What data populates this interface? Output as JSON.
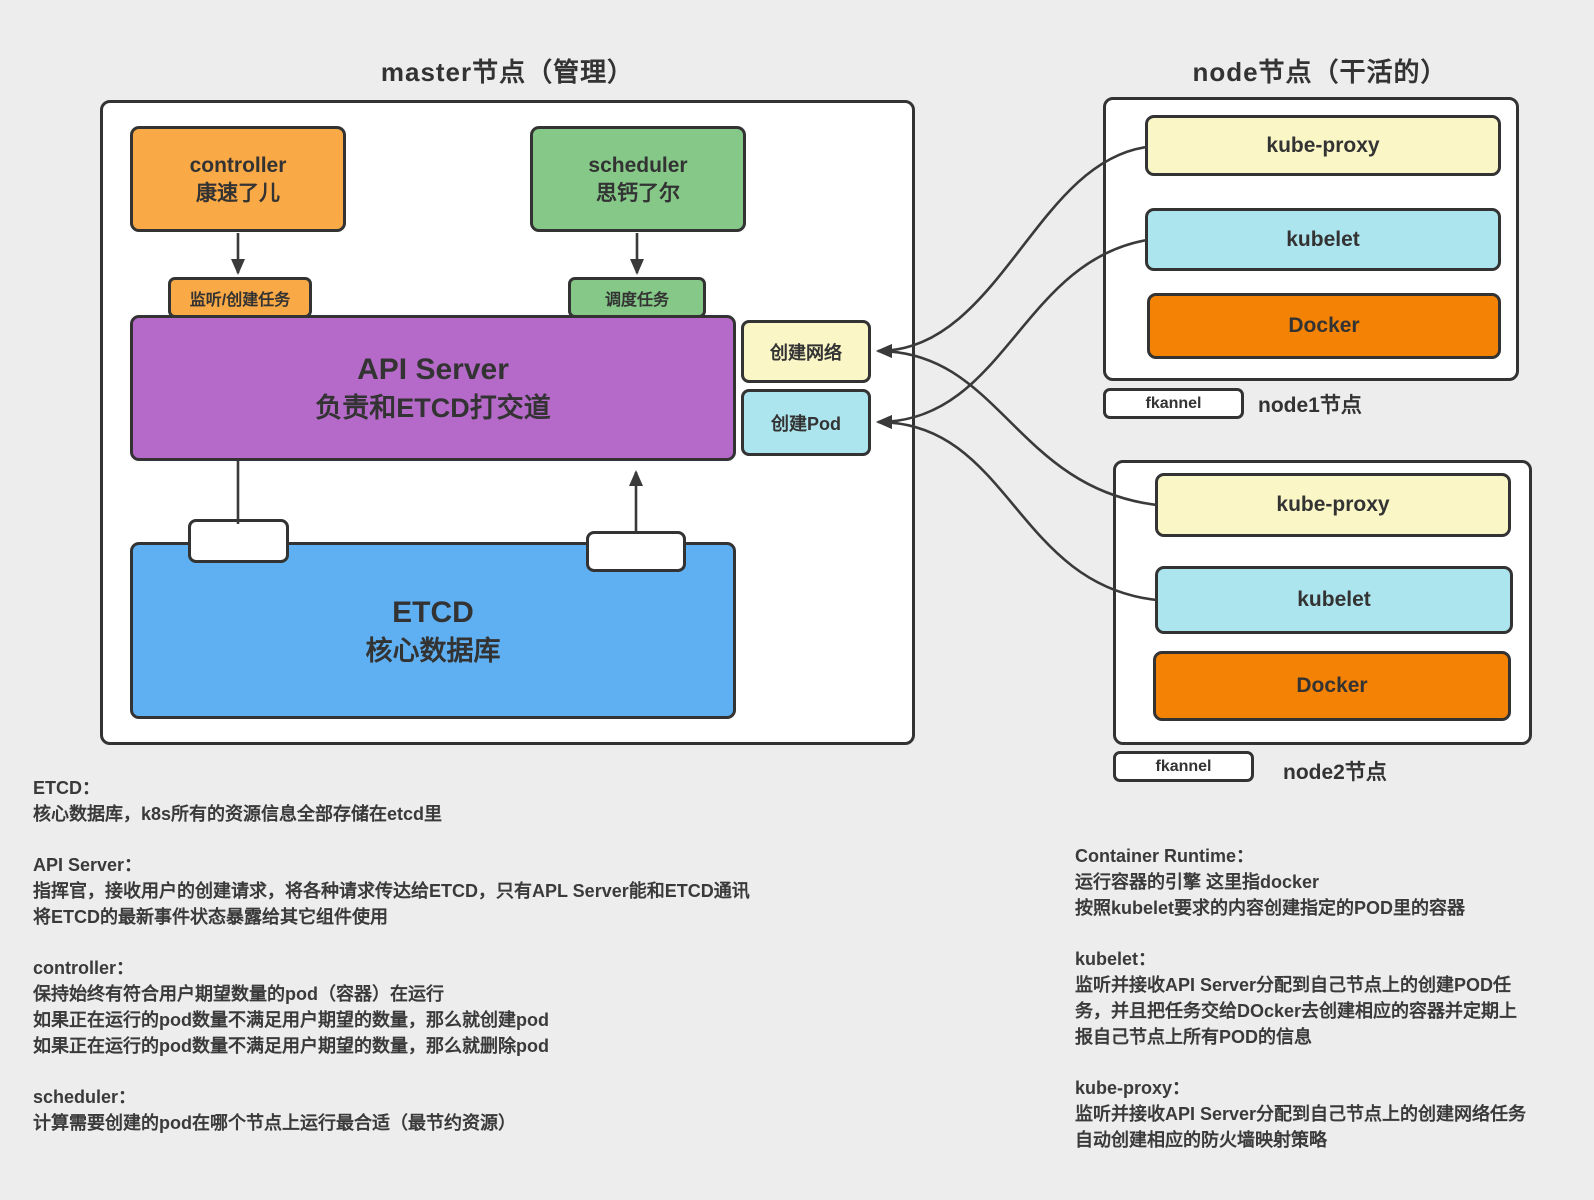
{
  "titles": {
    "master": "master节点（管理）",
    "node": "node节点（干活的）"
  },
  "master": {
    "controller": {
      "line1": "controller",
      "line2": "康速了儿"
    },
    "scheduler": {
      "line1": "scheduler",
      "line2": "思钙了尔"
    },
    "controller_task_label": "监听/创建任务",
    "scheduler_task_label": "调度任务",
    "api_server": {
      "line1": "API Server",
      "line2": "负责和ETCD打交道"
    },
    "create_network_label": "创建网络",
    "create_pod_label": "创建Pod",
    "etcd": {
      "line1": "ETCD",
      "line2": "核心数据库"
    }
  },
  "nodes": [
    {
      "components": [
        "kube-proxy",
        "kubelet",
        "Docker"
      ],
      "network_label": "fkannel",
      "name_label": "node1节点"
    },
    {
      "components": [
        "kube-proxy",
        "kubelet",
        "Docker"
      ],
      "network_label": "fkannel",
      "name_label": "node2节点"
    }
  ],
  "notes_left": [
    {
      "heading": "ETCD：",
      "lines": [
        "核心数据库，k8s所有的资源信息全部存储在etcd里"
      ]
    },
    {
      "heading": "API Server：",
      "lines": [
        "指挥官，接收用户的创建请求，将各种请求传达给ETCD，只有APL Server能和ETCD通讯",
        "将ETCD的最新事件状态暴露给其它组件使用"
      ]
    },
    {
      "heading": "controller：",
      "lines": [
        "保持始终有符合用户期望数量的pod（容器）在运行",
        "如果正在运行的pod数量不满足用户期望的数量，那么就创建pod",
        "如果正在运行的pod数量不满足用户期望的数量，那么就删除pod"
      ]
    },
    {
      "heading": "scheduler：",
      "lines": [
        "计算需要创建的pod在哪个节点上运行最合适（最节约资源）"
      ]
    }
  ],
  "notes_right": [
    {
      "heading": "Container Runtime：",
      "lines": [
        "运行容器的引擎 这里指docker",
        "按照kubelet要求的内容创建指定的POD里的容器"
      ]
    },
    {
      "heading": "kubelet：",
      "lines": [
        "监听并接收API Server分配到自己节点上的创建POD任",
        "务，并且把任务交给DOcker去创建相应的容器并定期上",
        "报自己节点上所有POD的信息"
      ]
    },
    {
      "heading": "kube-proxy：",
      "lines": [
        "监听并接收API Server分配到自己节点上的创建网络任务",
        "自动创建相应的防火墙映射策略"
      ]
    }
  ],
  "colors": {
    "background": "#EDEDED",
    "border": "#333333",
    "controller_orange": "#F9A945",
    "scheduler_green": "#85C888",
    "api_server_purple": "#B56AC9",
    "etcd_blue": "#5FB0F2",
    "kube_proxy_cream": "#FAF6C6",
    "kubelet_cyan": "#ADE5EF",
    "docker_orange": "#F48204",
    "arrow": "#3a3a3a"
  }
}
